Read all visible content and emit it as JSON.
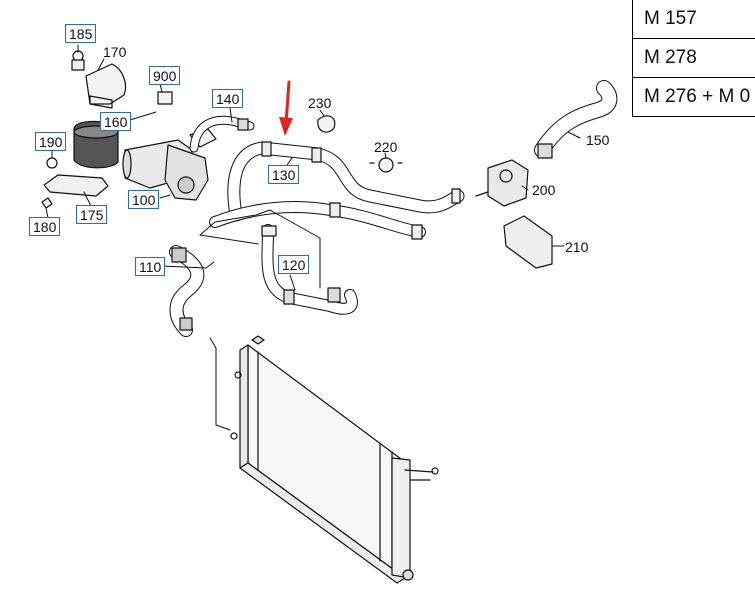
{
  "callouts": [
    {
      "id": "185",
      "text": "185",
      "boxed": true
    },
    {
      "id": "170",
      "text": "170",
      "boxed": false
    },
    {
      "id": "900",
      "text": "900",
      "boxed": true
    },
    {
      "id": "140",
      "text": "140",
      "boxed": true
    },
    {
      "id": "230",
      "text": "230",
      "boxed": false
    },
    {
      "id": "160",
      "text": "160",
      "boxed": true
    },
    {
      "id": "190",
      "text": "190",
      "boxed": true
    },
    {
      "id": "220",
      "text": "220",
      "boxed": false
    },
    {
      "id": "150",
      "text": "150",
      "boxed": false
    },
    {
      "id": "130",
      "text": "130",
      "boxed": true
    },
    {
      "id": "200",
      "text": "200",
      "boxed": false
    },
    {
      "id": "100",
      "text": "100",
      "boxed": true
    },
    {
      "id": "175",
      "text": "175",
      "boxed": true
    },
    {
      "id": "180",
      "text": "180",
      "boxed": true
    },
    {
      "id": "210",
      "text": "210",
      "boxed": false
    },
    {
      "id": "110",
      "text": "110",
      "boxed": true
    },
    {
      "id": "120",
      "text": "120",
      "boxed": true
    }
  ],
  "variants": [
    "M 157",
    "M 278",
    "M 276 + M 0"
  ],
  "colors": {
    "line": "#111111",
    "box_border": "#2a6f9e",
    "arrow": "#e0241b",
    "part_fill": "#f2f2f2"
  }
}
